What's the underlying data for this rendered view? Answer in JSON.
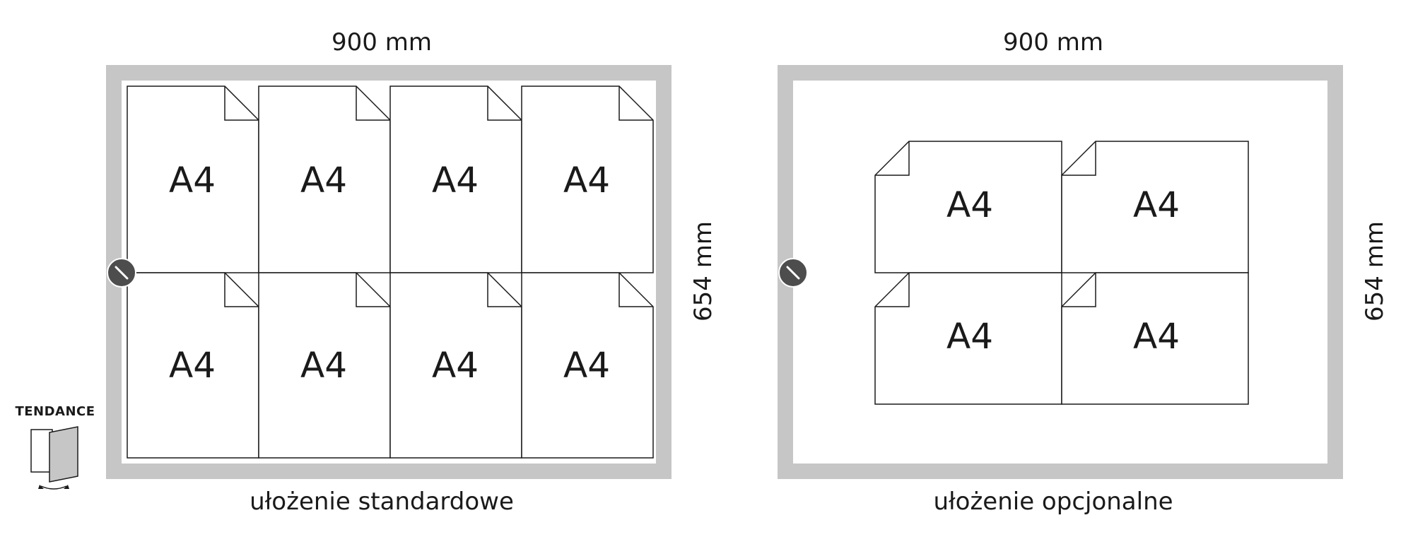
{
  "brand": {
    "name": "TENDANCE"
  },
  "panels": [
    {
      "id": "standard",
      "width_label": "900 mm",
      "height_label": "654 mm",
      "caption": "ułożenie standardowe",
      "sheet_label": "A4",
      "sheet_count": 8,
      "orientation": "portrait"
    },
    {
      "id": "optional",
      "width_label": "900 mm",
      "height_label": "654 mm",
      "caption": "ułożenie opcjonalne",
      "sheet_label": "A4",
      "sheet_count": 4,
      "orientation": "landscape"
    }
  ],
  "colors": {
    "frame": "#c6c6c6",
    "line": "#1a1a1a",
    "lock": "#4d4d4d",
    "door": "#c6c6c6"
  }
}
